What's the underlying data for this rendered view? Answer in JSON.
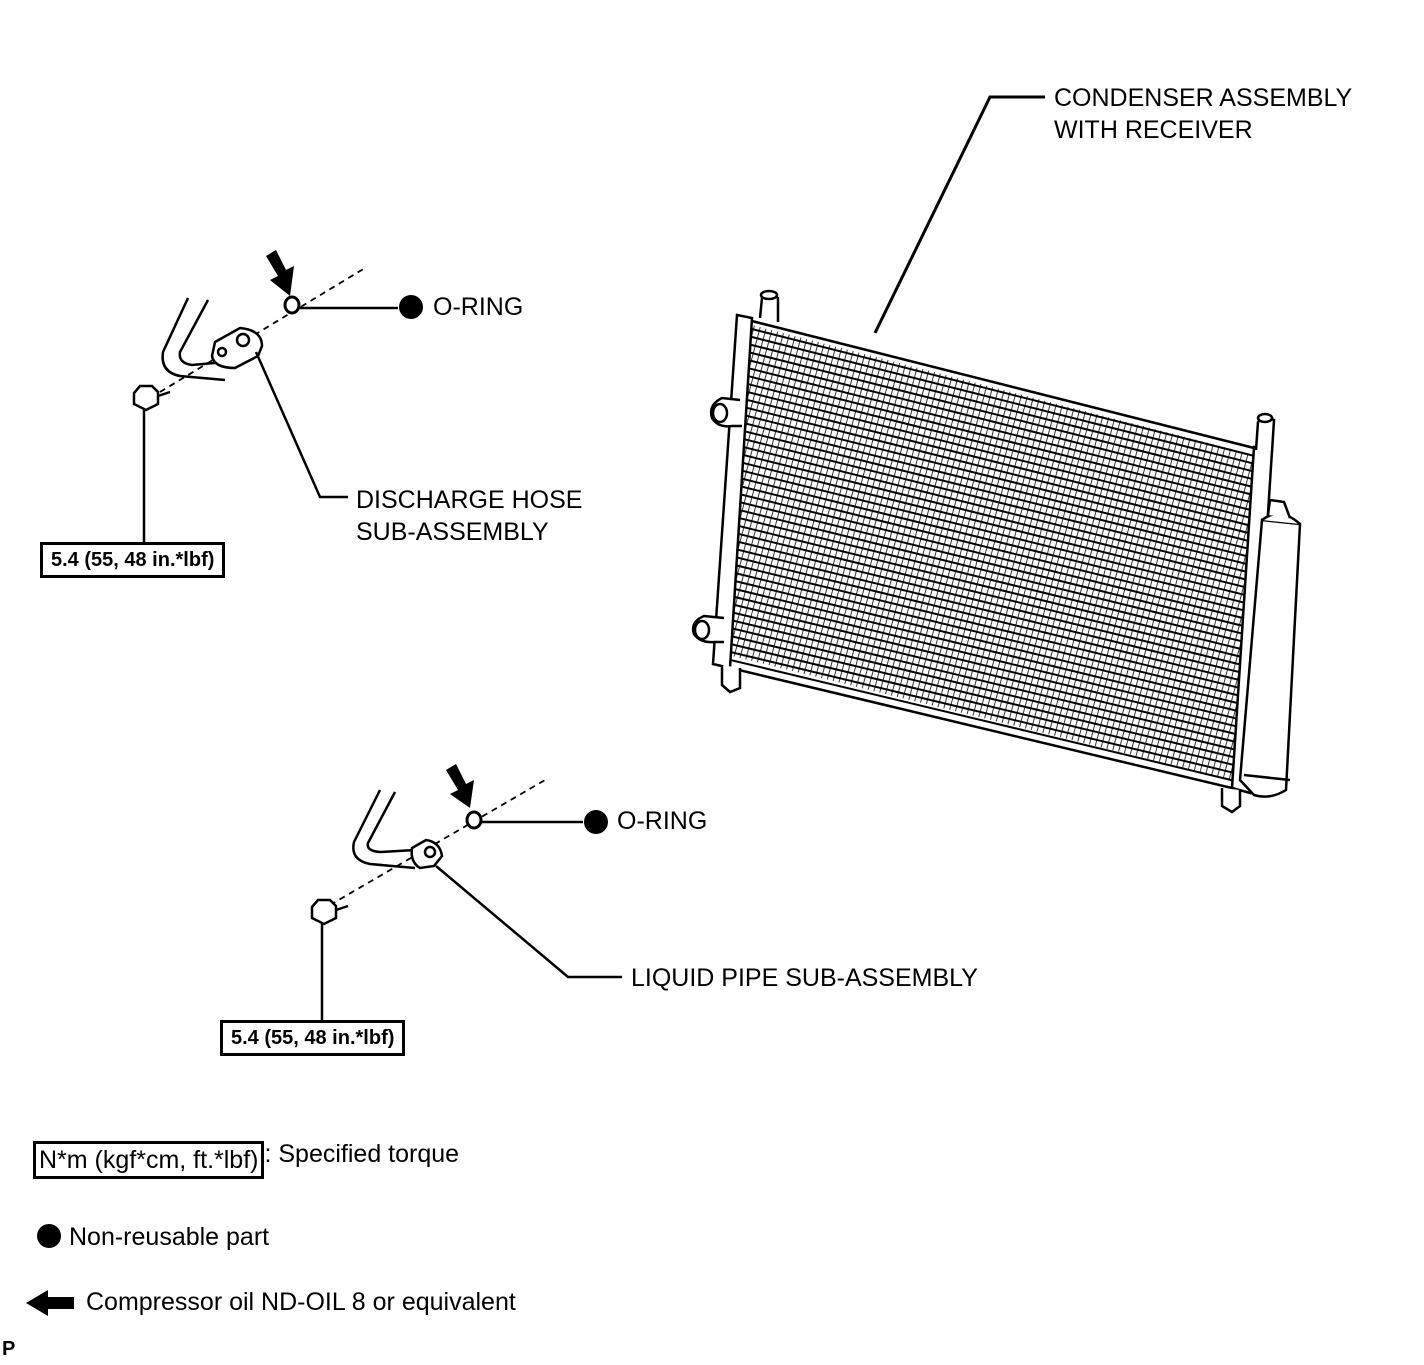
{
  "labels": {
    "condenser": [
      "CONDENSER ASSEMBLY",
      "WITH RECEIVER"
    ],
    "o_ring_upper": "O-RING",
    "o_ring_lower": "O-RING",
    "discharge_hose": [
      "DISCHARGE HOSE",
      "SUB-ASSEMBLY"
    ],
    "liquid_pipe": "LIQUID PIPE SUB-ASSEMBLY"
  },
  "torque": {
    "upper": "5.4 (55, 48 in.*lbf)",
    "lower": "5.4 (55, 48 in.*lbf)"
  },
  "legend": {
    "torque_unit": "N*m (kgf*cm, ft.*lbf)",
    "torque_desc": ": Specified torque",
    "non_reusable": "Non-reusable part",
    "compressor_oil": "Compressor oil ND-OIL 8 or equivalent"
  },
  "corner_mark": "P",
  "colors": {
    "ink": "#000000",
    "paper": "#ffffff"
  },
  "icons": [
    "filled-dot-icon",
    "oil-arrow-icon"
  ]
}
